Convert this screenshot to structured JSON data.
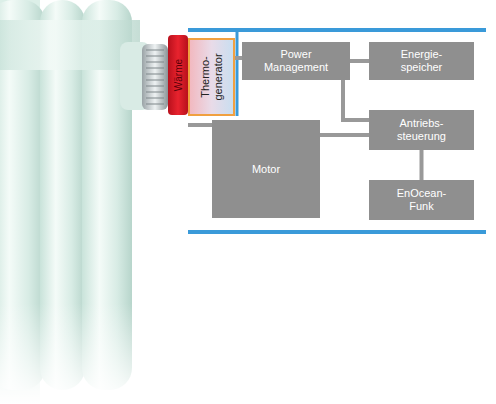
{
  "diagram": {
    "nodes": [
      {
        "text": [
          "Wärme"
        ]
      },
      {
        "text": [
          "Thermo- generator"
        ]
      },
      {
        "text": [
          "Power Management"
        ]
      },
      {
        "text": [
          "Energie- speicher"
        ]
      },
      {
        "text": [
          "Antriebs- steuerung"
        ]
      },
      {
        "text": [
          "Motor"
        ]
      },
      {
        "text": [
          "EnOcean- Funk"
        ]
      }
    ],
    "edges": [
      {
        "from": 1,
        "to": 2,
        "arrow": "none"
      },
      {
        "from": 2,
        "to": 3,
        "arrow": "none"
      },
      {
        "from": 2,
        "to": 4,
        "arrow": "none"
      },
      {
        "from": 4,
        "to": 5,
        "arrow": "none"
      },
      {
        "from": 4,
        "to": 6,
        "arrow": "none"
      }
    ]
  }
}
